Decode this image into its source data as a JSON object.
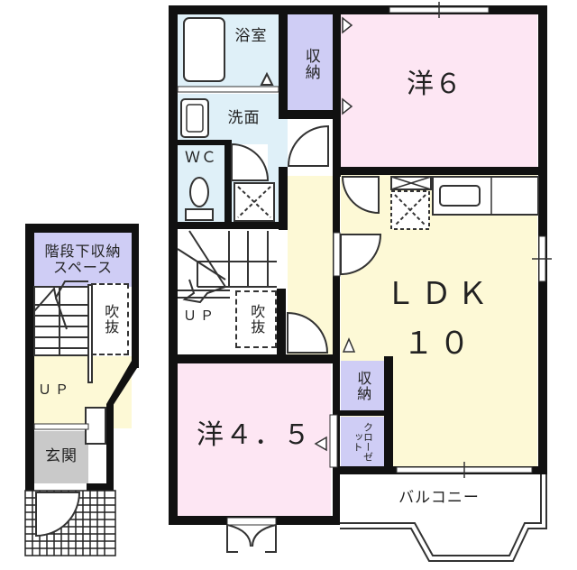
{
  "floor2": {
    "rooms": {
      "bath": {
        "label": "浴室"
      },
      "storage_top": {
        "label": "収納"
      },
      "western_6": {
        "label": "洋６"
      },
      "washroom": {
        "label": "洗面"
      },
      "wc": {
        "label": "ＷＣ"
      },
      "stairwell_void": {
        "label": "吹抜"
      },
      "stairs_up": {
        "label": "ＵＰ"
      },
      "ldk": {
        "label_line1": "ＬＤＫ",
        "label_line2": "１０"
      },
      "storage_mid": {
        "label": "収納"
      },
      "closet": {
        "label": "クローゼット"
      },
      "western_45": {
        "label": "洋４．５"
      },
      "balcony": {
        "label": "バルコニー"
      }
    }
  },
  "floor1": {
    "rooms": {
      "under_stair_storage": {
        "label_line1": "階段下収納",
        "label_line2": "スペース"
      },
      "void": {
        "label": "吹抜"
      },
      "stairs_up": {
        "label": "ＵＰ"
      },
      "entrance": {
        "label": "玄関"
      }
    }
  },
  "colors": {
    "western_room": "#fde6f3",
    "ldk": "#fdf9d6",
    "wet_area": "#dff0f8",
    "storage": "#cfcdf5",
    "entrance": "#c9c9c9",
    "wall": "#111111"
  }
}
